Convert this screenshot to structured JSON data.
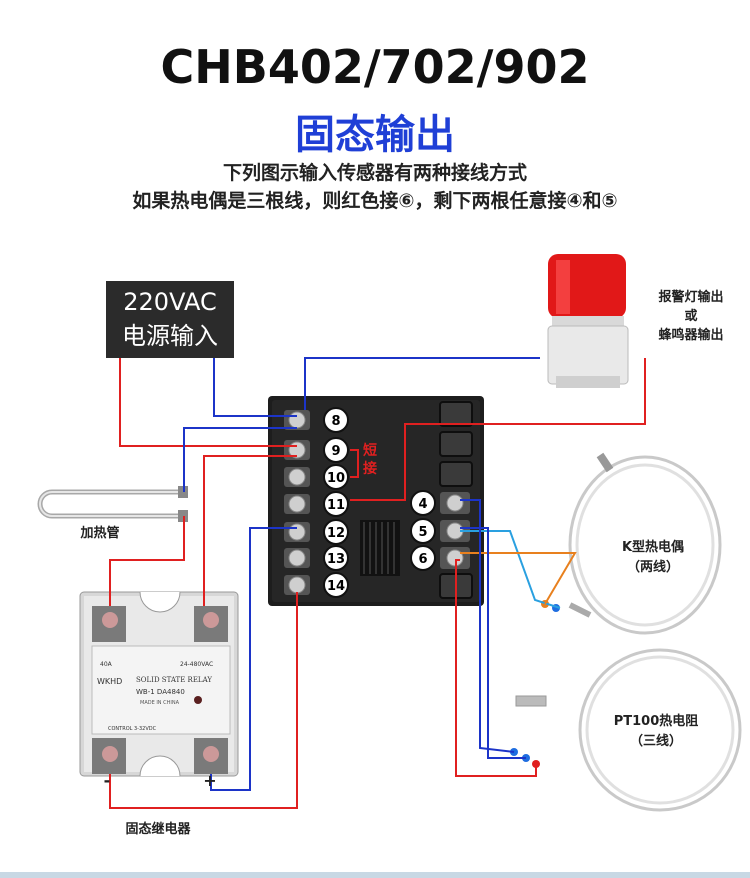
{
  "header": {
    "title": "CHB402/702/902",
    "subtitle": "固态输出",
    "line1": "下列图示输入传感器有两种接线方式",
    "line2": "如果热电偶是三根线，则红色接⑥，剩下两根任意接④和⑤"
  },
  "power": {
    "line1": "220VAC",
    "line2": "电源输入"
  },
  "alarm": {
    "line1": "报警灯输出",
    "line2": "或",
    "line3": "蜂鸣器输出"
  },
  "heater": {
    "label": "加热管"
  },
  "ssr": {
    "label": "固态继电器",
    "minus": "-",
    "plus": "+",
    "brand": "WKHD",
    "plate_title": "SOLID STATE RELAY",
    "model": "WB-1 DA4840",
    "origin": "MADE IN CHINA",
    "rating_left": "40A",
    "rating_right": "24-480VAC",
    "control": "CONTROL  3-32VDC"
  },
  "controller": {
    "short_label": "短接",
    "left_terminals": [
      "8",
      "9",
      "10",
      "11",
      "12",
      "13",
      "14"
    ],
    "right_terminals": [
      "4",
      "5",
      "6"
    ]
  },
  "thermocouple": {
    "line1": "K型热电偶",
    "line2": "（两线）"
  },
  "pt100": {
    "line1": "PT100热电阻",
    "line2": "（三线）"
  },
  "colors": {
    "blue_wire": "#1c34c8",
    "red_wire": "#e02020",
    "orange_wire": "#e8801e",
    "cyan_wire": "#2aa0e0",
    "title_blue": "#1f3fd6"
  }
}
